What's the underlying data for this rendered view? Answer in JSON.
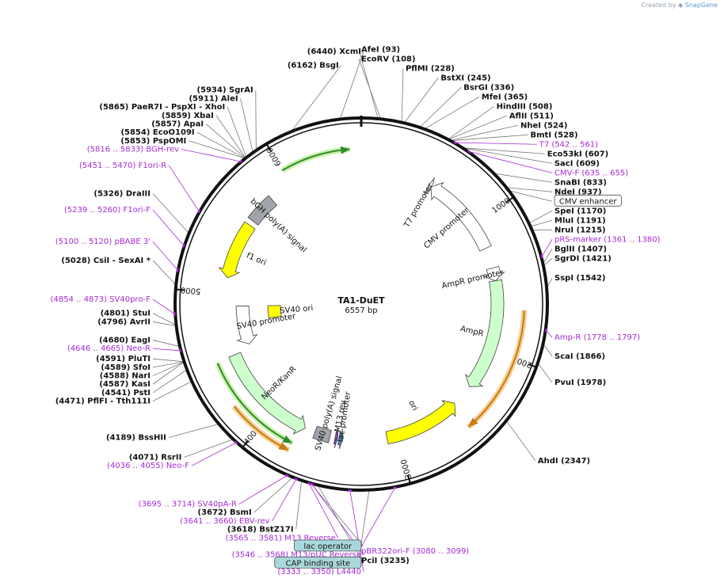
{
  "credit": {
    "prefix": "Created by",
    "brand": "SnapGene"
  },
  "plasmid": {
    "name": "TA1-DuET",
    "length_label": "6557 bp",
    "length": 6557
  },
  "ticks": [
    {
      "label": "1000",
      "pos": 1000
    },
    {
      "label": "2000",
      "pos": 2000
    },
    {
      "label": "3000",
      "pos": 3000
    },
    {
      "label": "4000",
      "pos": 4000
    },
    {
      "label": "5000",
      "pos": 5000
    },
    {
      "label": "6000",
      "pos": 6000
    }
  ],
  "colors": {
    "primer": "#a52ad6",
    "yellow": "#ffff00",
    "green": "#ccffcc",
    "gray": "#a0a4ab",
    "white": "#ffffff",
    "orange": "#f0a040"
  },
  "left_labels": [
    {
      "text": "(6440)  XcmI",
      "pos": 6440,
      "type": "enzyme"
    },
    {
      "text": "(6162)  BsgI",
      "pos": 6162,
      "type": "enzyme"
    },
    {
      "text": "(5934)  SgrAI",
      "pos": 5934,
      "type": "enzyme"
    },
    {
      "text": "(5911)  AleI",
      "pos": 5911,
      "type": "enzyme"
    },
    {
      "text": "(5865)  PaeR7I  - PspXI  - XhoI",
      "pos": 5865,
      "type": "enzyme"
    },
    {
      "text": "(5859)  XbaI",
      "pos": 5859,
      "type": "enzyme"
    },
    {
      "text": "(5857)  ApaI",
      "pos": 5857,
      "type": "enzyme"
    },
    {
      "text": "(5854)  EcoO109I",
      "pos": 5854,
      "type": "enzyme"
    },
    {
      "text": "(5853)  PspOMI",
      "pos": 5853,
      "type": "enzyme"
    },
    {
      "text": "(5816 .. 5833)  BGH-rev",
      "pos": 5824,
      "type": "primer"
    },
    {
      "text": "(5451 .. 5470)  F1ori-R",
      "pos": 5460,
      "type": "primer"
    },
    {
      "text": "(5326)  DraIII",
      "pos": 5326,
      "type": "enzyme"
    },
    {
      "text": "(5239 .. 5260)  F1ori-F",
      "pos": 5250,
      "type": "primer"
    },
    {
      "text": "(5100 .. 5120)  pBABE 3'",
      "pos": 5110,
      "type": "primer"
    },
    {
      "text": "(5028)  CsiI  - SexAI *",
      "pos": 5028,
      "type": "enzyme"
    },
    {
      "text": "(4854 .. 4873)  SV40pro-F",
      "pos": 4863,
      "type": "primer"
    },
    {
      "text": "(4801)  StuI",
      "pos": 4801,
      "type": "enzyme"
    },
    {
      "text": "(4796)  AvrII",
      "pos": 4796,
      "type": "enzyme"
    },
    {
      "text": "(4680)  EagI",
      "pos": 4680,
      "type": "enzyme"
    },
    {
      "text": "(4646 .. 4665)  Neo-R",
      "pos": 4655,
      "type": "primer"
    },
    {
      "text": "(4591)  PluTI",
      "pos": 4591,
      "type": "enzyme"
    },
    {
      "text": "(4589)  SfoI",
      "pos": 4589,
      "type": "enzyme"
    },
    {
      "text": "(4588)  NarI",
      "pos": 4588,
      "type": "enzyme"
    },
    {
      "text": "(4587)  KasI",
      "pos": 4587,
      "type": "enzyme"
    },
    {
      "text": "(4541)  PstI",
      "pos": 4541,
      "type": "enzyme"
    },
    {
      "text": "(4471)  PflFI  - Tth111I",
      "pos": 4471,
      "type": "enzyme"
    },
    {
      "text": "(4189)  BssHII",
      "pos": 4189,
      "type": "enzyme"
    },
    {
      "text": "(4071)  RsrII",
      "pos": 4071,
      "type": "enzyme"
    },
    {
      "text": "(4036 .. 4055)  Neo-F",
      "pos": 4045,
      "type": "primer"
    },
    {
      "text": "(3695 .. 3714)  SV40pA-R",
      "pos": 3704,
      "type": "primer"
    },
    {
      "text": "(3672)  BsmI",
      "pos": 3672,
      "type": "enzyme"
    },
    {
      "text": "(3641 .. 3660)  EBV-rev",
      "pos": 3650,
      "type": "primer"
    },
    {
      "text": "(3618)  BstZ17I",
      "pos": 3618,
      "type": "enzyme"
    },
    {
      "text": "(3565 .. 3581)  M13 Reverse",
      "pos": 3573,
      "type": "primer"
    },
    {
      "text": "lac operator",
      "pos": 3560,
      "type": "box"
    },
    {
      "text": "(3546 .. 3568)  M13/pUC Reverse",
      "pos": 3557,
      "type": "primer"
    },
    {
      "text": "CAP binding site",
      "pos": 3520,
      "type": "box"
    },
    {
      "text": "(3333 .. 3350)  L4440",
      "pos": 3341,
      "type": "primer"
    }
  ],
  "right_labels": [
    {
      "text": "AfeI  (93)",
      "pos": 93,
      "type": "enzyme"
    },
    {
      "text": "EcoRV  (108)",
      "pos": 108,
      "type": "enzyme"
    },
    {
      "text": "PflMI  (228)",
      "pos": 228,
      "type": "enzyme"
    },
    {
      "text": "BstXI  (245)",
      "pos": 245,
      "type": "enzyme"
    },
    {
      "text": "BsrGI  (336)",
      "pos": 336,
      "type": "enzyme"
    },
    {
      "text": "MfeI  (365)",
      "pos": 365,
      "type": "enzyme"
    },
    {
      "text": "HindIII  (508)",
      "pos": 508,
      "type": "enzyme"
    },
    {
      "text": "AflII  (511)",
      "pos": 511,
      "type": "enzyme"
    },
    {
      "text": "NheI  (524)",
      "pos": 524,
      "type": "enzyme"
    },
    {
      "text": "BmtI  (528)",
      "pos": 528,
      "type": "enzyme"
    },
    {
      "text": "T7  (542 .. 561)",
      "pos": 551,
      "type": "primer"
    },
    {
      "text": "Eco53kI  (607)",
      "pos": 607,
      "type": "enzyme"
    },
    {
      "text": "SacI  (609)",
      "pos": 609,
      "type": "enzyme"
    },
    {
      "text": "CMV-F  (635 .. 655)",
      "pos": 645,
      "type": "primer"
    },
    {
      "text": "SnaBI  (833)",
      "pos": 833,
      "type": "enzyme"
    },
    {
      "text": "NdeI  (937)",
      "pos": 937,
      "type": "enzyme"
    },
    {
      "text": "CMV enhancer",
      "pos": 960,
      "type": "box-white"
    },
    {
      "text": "SpeI  (1170)",
      "pos": 1170,
      "type": "enzyme"
    },
    {
      "text": "MluI  (1191)",
      "pos": 1191,
      "type": "enzyme"
    },
    {
      "text": "NruI  (1215)",
      "pos": 1215,
      "type": "enzyme"
    },
    {
      "text": "pRS-marker  (1361 .. 1380)",
      "pos": 1370,
      "type": "primer"
    },
    {
      "text": "BglII  (1407)",
      "pos": 1407,
      "type": "enzyme"
    },
    {
      "text": "SgrDI  (1421)",
      "pos": 1421,
      "type": "enzyme"
    },
    {
      "text": "SspI  (1542)",
      "pos": 1542,
      "type": "enzyme"
    },
    {
      "text": "Amp-R  (1778 .. 1797)",
      "pos": 1787,
      "type": "primer"
    },
    {
      "text": "ScaI  (1866)",
      "pos": 1866,
      "type": "enzyme"
    },
    {
      "text": "PvuI  (1978)",
      "pos": 1978,
      "type": "enzyme"
    },
    {
      "text": "AhdI  (2347)",
      "pos": 2347,
      "type": "enzyme"
    },
    {
      "text": "pBR322ori-F  (3080 .. 3099)",
      "pos": 3090,
      "type": "primer"
    },
    {
      "text": "PciI  (3235)",
      "pos": 3235,
      "type": "enzyme"
    }
  ],
  "features": [
    {
      "name": "T7 promoter",
      "start": 540,
      "end": 560,
      "dir": -1,
      "color": "white"
    },
    {
      "name": "CMV promoter",
      "start": 560,
      "end": 1200,
      "dir": -1,
      "color": "white"
    },
    {
      "name": "AmpR promoter",
      "start": 1360,
      "end": 1460,
      "dir": 1,
      "color": "white"
    },
    {
      "name": "AmpR",
      "start": 1460,
      "end": 2320,
      "dir": 1,
      "color": "green"
    },
    {
      "name": "ori",
      "start": 2490,
      "end": 3080,
      "dir": -1,
      "color": "yellow"
    },
    {
      "name": "lac promoter",
      "start": 3420,
      "end": 3450,
      "dir": -1,
      "color": "blue"
    },
    {
      "name": "M13 rev",
      "start": 3460,
      "end": 3480,
      "dir": -1,
      "color": "purple"
    },
    {
      "name": "SV40 poly(A) signal",
      "start": 3520,
      "end": 3640,
      "dir": 0,
      "color": "gray"
    },
    {
      "name": "NeoR/KanR",
      "start": 3720,
      "end": 4520,
      "dir": -1,
      "color": "green"
    },
    {
      "name": "SV40 promoter",
      "start": 4560,
      "end": 4900,
      "dir": -1,
      "color": "white"
    },
    {
      "name": "SV40 ori",
      "start": 4760,
      "end": 4900,
      "dir": 0,
      "color": "yellow"
    },
    {
      "name": "f1 ori",
      "start": 5120,
      "end": 5560,
      "dir": -1,
      "color": "yellow"
    },
    {
      "name": "bGH poly(A) signal",
      "start": 5600,
      "end": 5820,
      "dir": 0,
      "color": "gray"
    }
  ],
  "orf_arcs": [
    {
      "start": 6000,
      "end": 6480,
      "dir": 1,
      "color": "green"
    },
    {
      "start": 1680,
      "end": 2530,
      "dir": 1,
      "color": "orange"
    },
    {
      "start": 3760,
      "end": 4510,
      "dir": -1,
      "color": "green"
    },
    {
      "start": 3760,
      "end": 4210,
      "dir": -1,
      "color": "orange"
    }
  ]
}
